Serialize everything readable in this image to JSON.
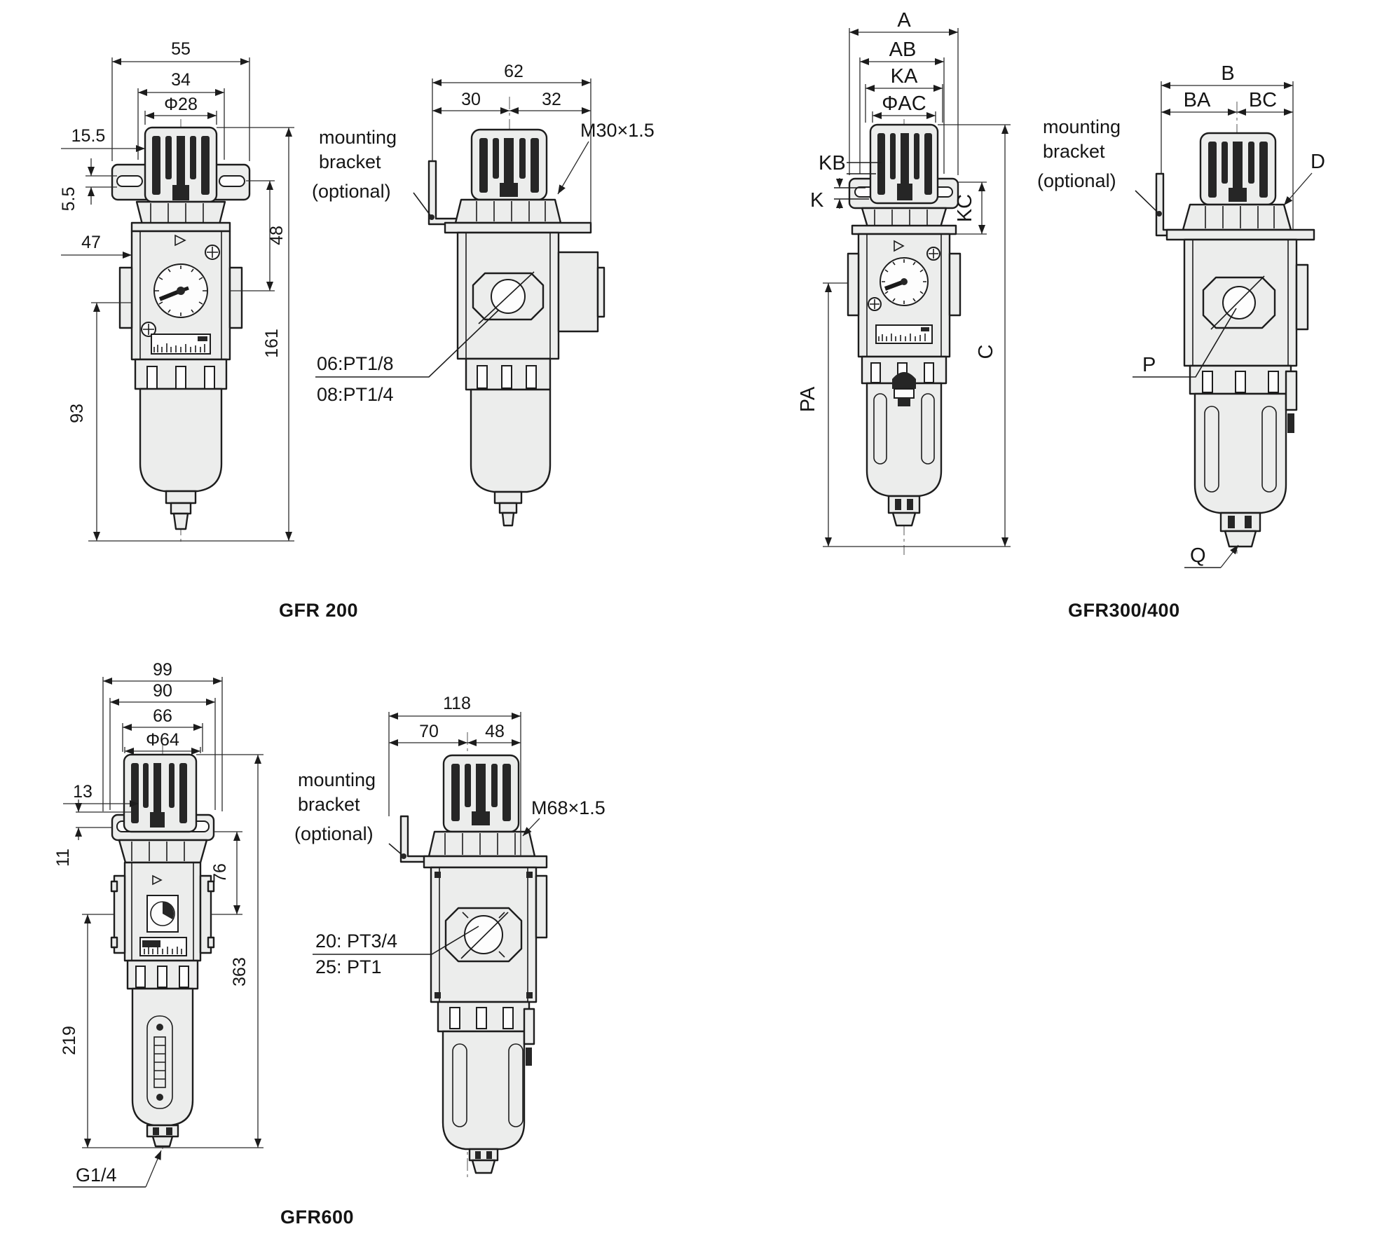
{
  "gfr200": {
    "caption": "GFR 200",
    "front": {
      "w55": "55",
      "w34": "34",
      "phi28": "Φ28",
      "o155": "15.5",
      "o55": "5.5",
      "o47": "47",
      "h48": "48",
      "h161": "161",
      "h93": "93"
    },
    "side": {
      "w62": "62",
      "w30": "30",
      "w32": "32",
      "mb1": "mounting",
      "mb2": "bracket",
      "mb3": "(optional)",
      "thread": "M30×1.5",
      "p1": "06:PT1/8",
      "p2": "08:PT1/4"
    }
  },
  "gfr300": {
    "caption": "GFR300/400",
    "front": {
      "a": "A",
      "ab": "AB",
      "ka": "KA",
      "ac": "ΦAC",
      "kb": "KB",
      "k": "K",
      "kc": "KC",
      "pa": "PA",
      "c": "C"
    },
    "side": {
      "b": "B",
      "ba": "BA",
      "bc": "BC",
      "d": "D",
      "p": "P",
      "q": "Q",
      "mb1": "mounting",
      "mb2": "bracket",
      "mb3": "(optional)"
    }
  },
  "gfr600": {
    "caption": "GFR600",
    "front": {
      "w99": "99",
      "w90": "90",
      "w66": "66",
      "phi64": "Φ64",
      "o13": "13",
      "o11": "11",
      "h76": "76",
      "h219": "219",
      "h363": "363",
      "g14": "G1/4"
    },
    "side": {
      "w118": "118",
      "w70": "70",
      "w48": "48",
      "mb1": "mounting",
      "mb2": "bracket",
      "mb3": "(optional)",
      "thread": "M68×1.5",
      "p1": "20: PT3/4",
      "p2": "25: PT1"
    }
  }
}
